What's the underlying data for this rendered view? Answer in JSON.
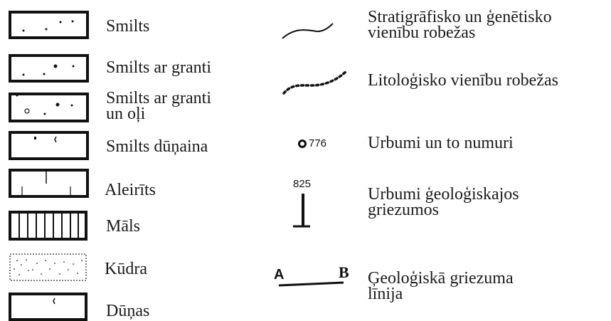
{
  "left_legend": [
    {
      "name": "legend-sand",
      "label": [
        "Smilts"
      ]
    },
    {
      "name": "legend-sand-gravel",
      "label": [
        "Smilts ar granti"
      ]
    },
    {
      "name": "legend-sand-gravel-pebbles",
      "label": [
        "Smilts ar granti",
        "un oļi"
      ]
    },
    {
      "name": "legend-dune-sand",
      "label": [
        "Smilts dūņaina"
      ]
    },
    {
      "name": "legend-silt",
      "label": [
        "Aleirīts"
      ]
    },
    {
      "name": "legend-clay",
      "label": [
        "Māls"
      ]
    },
    {
      "name": "legend-peat",
      "label": [
        "Kūdra"
      ]
    },
    {
      "name": "legend-dunes",
      "label": [
        "Dūņas"
      ]
    }
  ],
  "right_legend": {
    "strat_boundary": [
      "Stratigrāfisko un ģenētisko",
      "vienību robežas"
    ],
    "lith_boundary": [
      "Litoloģisko vienību robežas"
    ],
    "boreholes": [
      "Urbumi un to numuri"
    ],
    "borehole_sample_number": "776",
    "section_boreholes": [
      "Urbumi ģeoloģiskajos",
      "griezumos"
    ],
    "section_borehole_number": "825",
    "section_line": [
      "Ģeoloģiskā griezuma",
      "līnija"
    ],
    "section_line_start": "A",
    "section_line_end": "B"
  }
}
